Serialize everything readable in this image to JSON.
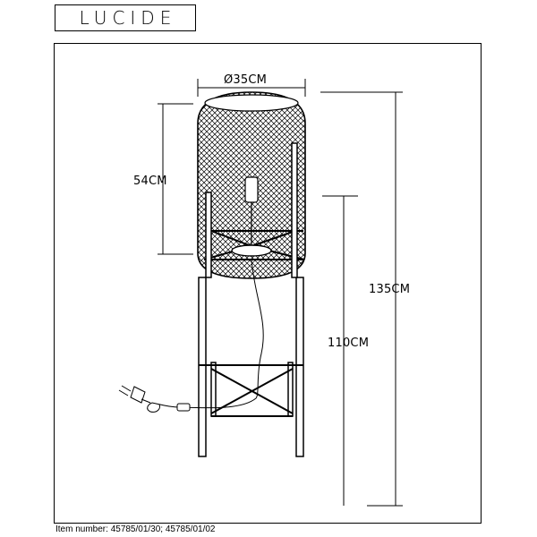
{
  "brand": {
    "name": "LUCIDE"
  },
  "dimensions": {
    "diameter": "Ø35CM",
    "shade_height": "54CM",
    "total_height": "135CM",
    "base_height": "110CM"
  },
  "footer": {
    "item_number": "Item number: 45785/01/30;  45785/01/02"
  },
  "icons": [
    "power-plug-icon",
    "cord-switch-icon"
  ]
}
